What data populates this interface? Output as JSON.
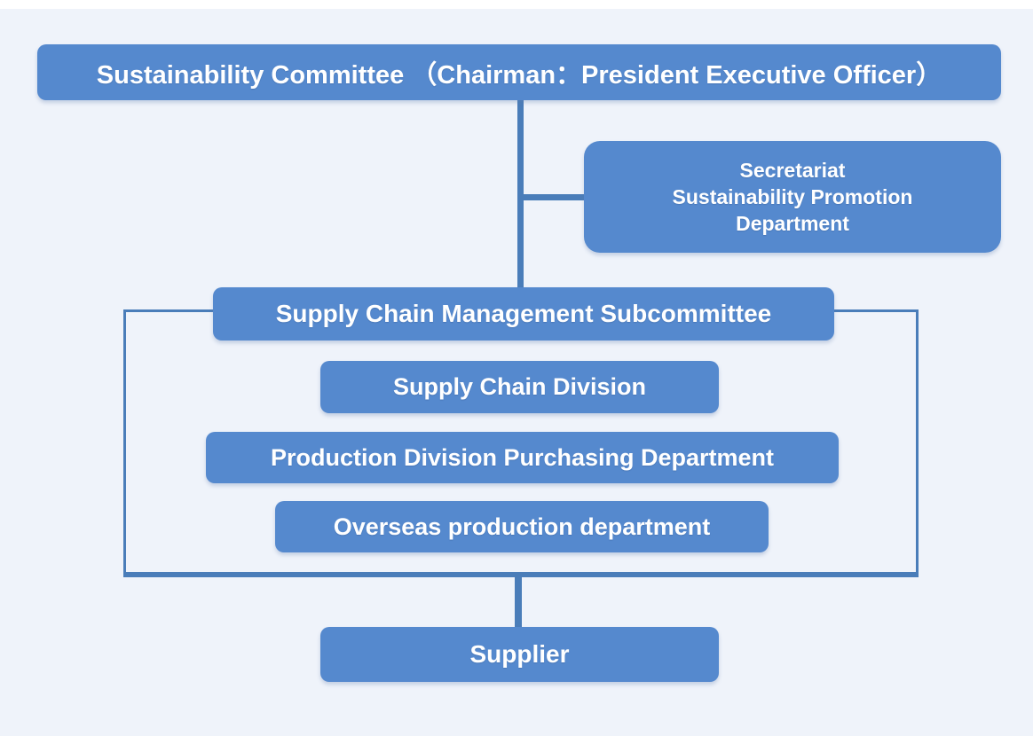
{
  "colors": {
    "node_fill": "#5589ce",
    "connector_color": "#4a7db9",
    "outline_border": "#4a7db9",
    "text_color": "#ffffff",
    "canvas_bg": "#eff3fa",
    "page_bg": "#ffffff"
  },
  "nodes": {
    "committee": {
      "label": "Sustainability Committee （Chairman：President Executive Officer）"
    },
    "secretariat": {
      "line1": "Secretariat",
      "line2": "Sustainability Promotion",
      "line3": "Department"
    },
    "subcommittee": {
      "label": "Supply Chain Management Subcommittee"
    },
    "supply_chain_division": {
      "label": "Supply Chain Division"
    },
    "production_division_purchasing": {
      "label": "Production Division Purchasing Department"
    },
    "overseas_production": {
      "label": "Overseas production department"
    },
    "supplier": {
      "label": "Supplier"
    }
  }
}
